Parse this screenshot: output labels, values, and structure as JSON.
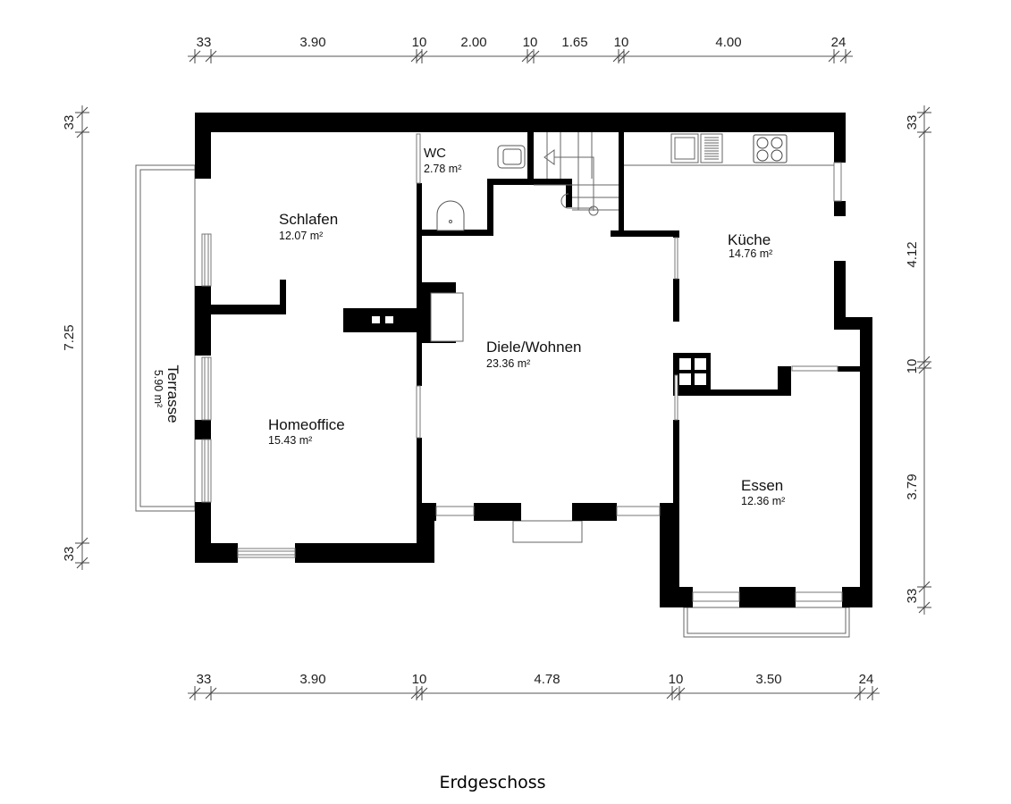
{
  "title": "Erdgeschoss",
  "rooms": {
    "schlafen": {
      "name": "Schlafen",
      "area": "12.07 m²"
    },
    "wc": {
      "name": "WC",
      "area": "2.78 m²"
    },
    "kueche": {
      "name": "Küche",
      "area": "14.76 m²"
    },
    "diele": {
      "name": "Diele/Wohnen",
      "area": "23.36 m²"
    },
    "homeoffice": {
      "name": "Homeoffice",
      "area": "15.43 m²"
    },
    "essen": {
      "name": "Essen",
      "area": "12.36 m²"
    },
    "terrasse": {
      "name": "Terrasse",
      "area": "5.90 m²"
    }
  },
  "dimensions": {
    "top": [
      "33",
      "3.90",
      "10",
      "2.00",
      "10",
      "1.65",
      "10",
      "4.00",
      "24"
    ],
    "bottom": [
      "33",
      "3.90",
      "10",
      "4.78",
      "10",
      "3.50",
      "24"
    ],
    "left": [
      "33",
      "7.25",
      "33"
    ],
    "right": [
      "33",
      "4.12",
      "10",
      "3.79",
      "33"
    ]
  }
}
